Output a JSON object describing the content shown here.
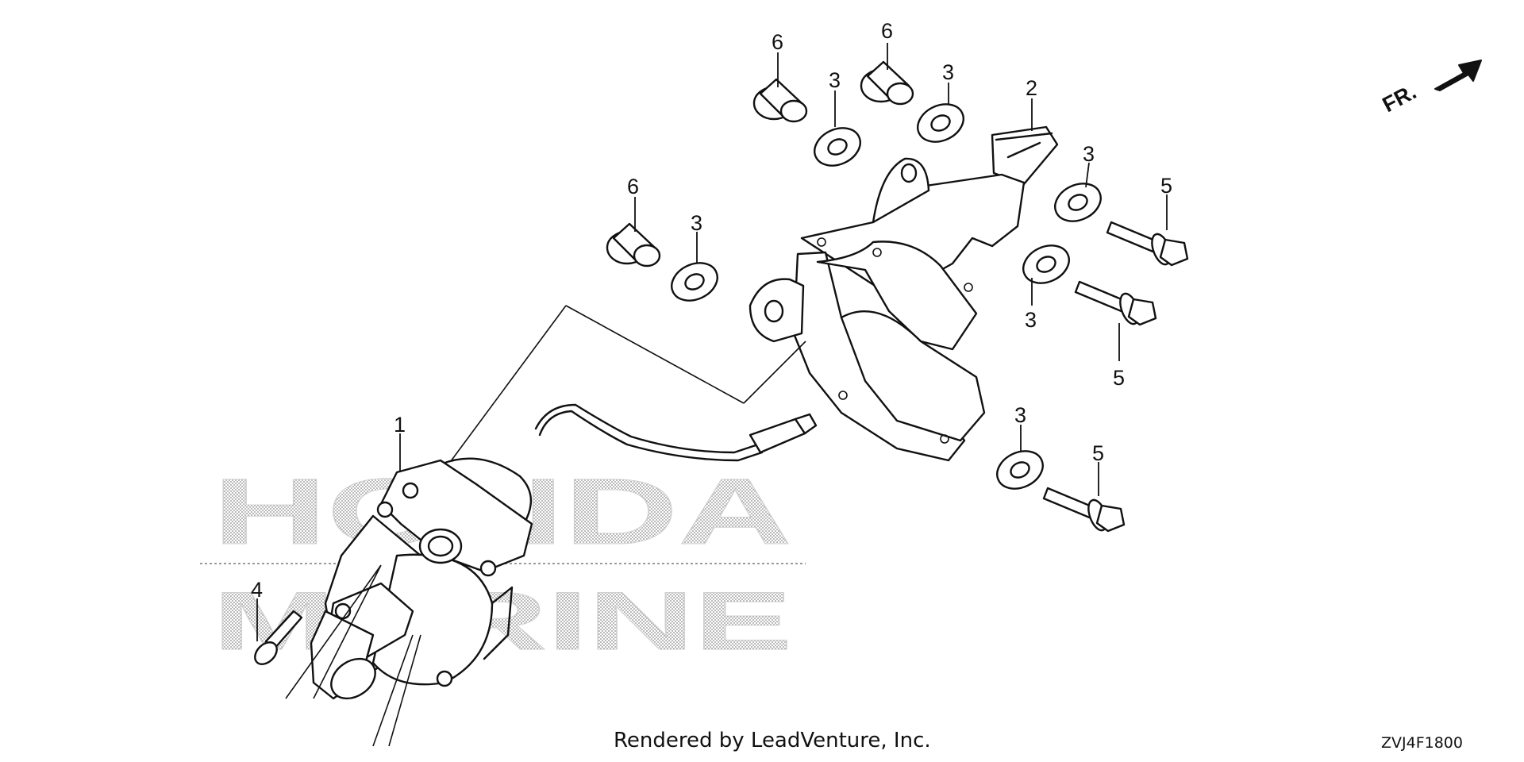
{
  "watermark": {
    "line1": "HONDA",
    "line2": "MARINE"
  },
  "front_indicator": {
    "label": "FR."
  },
  "callouts": [
    {
      "id": "c1a",
      "label": "6"
    },
    {
      "id": "c1b",
      "label": "6"
    },
    {
      "id": "c1c",
      "label": "6"
    },
    {
      "id": "c2a",
      "label": "3"
    },
    {
      "id": "c2b",
      "label": "3"
    },
    {
      "id": "c2c",
      "label": "3"
    },
    {
      "id": "c2d",
      "label": "3"
    },
    {
      "id": "c2e",
      "label": "3"
    },
    {
      "id": "c2f",
      "label": "3"
    },
    {
      "id": "c3",
      "label": "2"
    },
    {
      "id": "c4a",
      "label": "5"
    },
    {
      "id": "c4b",
      "label": "5"
    },
    {
      "id": "c4c",
      "label": "5"
    },
    {
      "id": "c5",
      "label": "1"
    },
    {
      "id": "c6",
      "label": "4"
    }
  ],
  "footer": {
    "credit": "Rendered by LeadVenture, Inc.",
    "diagram_code": "ZVJ4F1800"
  }
}
